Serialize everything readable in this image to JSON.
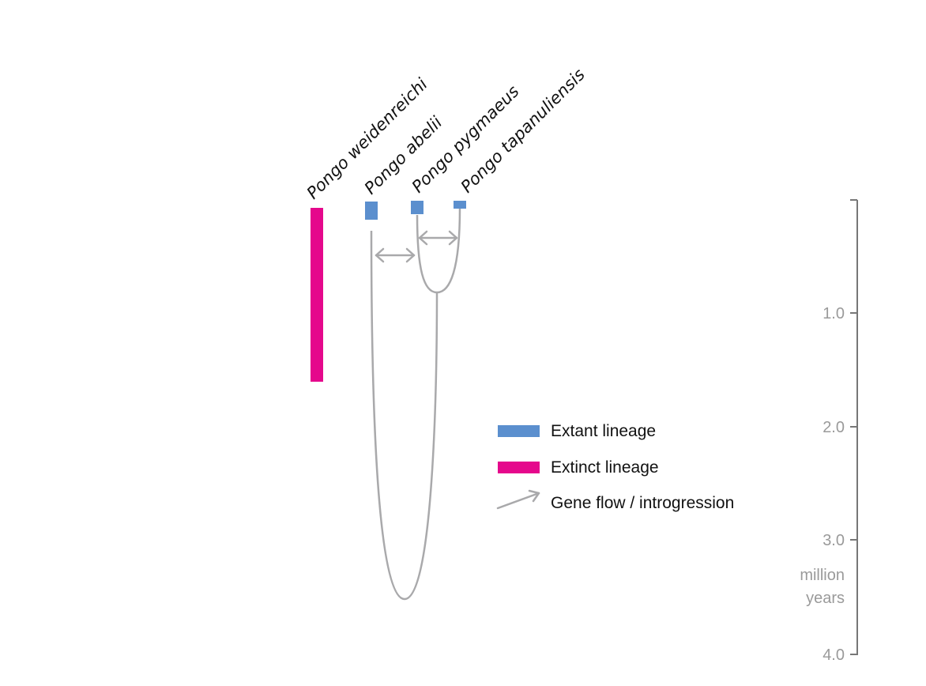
{
  "diagram": {
    "species": [
      {
        "name": "Pongo weidenreichi",
        "status": "extinct"
      },
      {
        "name": "Pongo abelii",
        "status": "extant"
      },
      {
        "name": "Pongo pygmaeus",
        "status": "extant"
      },
      {
        "name": "Pongo tapanuliensis",
        "status": "extant"
      }
    ],
    "extinct_range_million_years": [
      0.07,
      1.6
    ],
    "divergences_million_years": {
      "abelii_vs_pygmaeus_tapanuliensis": 3.5,
      "pygmaeus_vs_tapanuliensis": 0.8
    },
    "gene_flow": [
      {
        "between": [
          "Pongo abelii",
          "Pongo pygmaeus"
        ]
      },
      {
        "between": [
          "Pongo pygmaeus",
          "Pongo tapanuliensis"
        ]
      }
    ]
  },
  "axis": {
    "ticks": [
      "1.0",
      "2.0",
      "3.0",
      "4.0"
    ],
    "unit_line1": "million",
    "unit_line2": "years"
  },
  "legend": {
    "extant": "Extant lineage",
    "extinct": "Extinct lineage",
    "gene_flow": "Gene flow / introgression"
  },
  "colors": {
    "extant": "#5b8fce",
    "extinct": "#e5088c",
    "tree": "#a9a9ab",
    "axis": "#777777"
  },
  "icons": [
    "double-arrow-icon",
    "gene-flow-arrow-icon"
  ]
}
